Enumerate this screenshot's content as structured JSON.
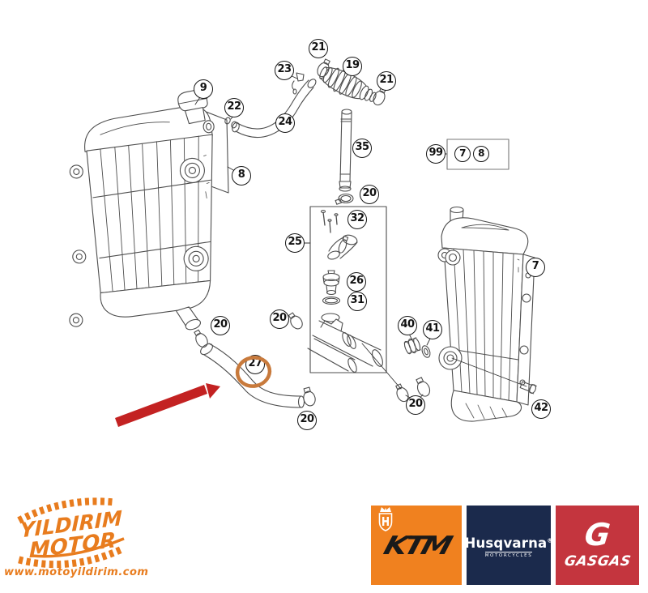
{
  "colors": {
    "line_art": "#4d4d4d",
    "callout_stroke": "#161616",
    "arrow_red": "#c32222",
    "highlight_orange": "#c87a3c",
    "watermark_orange": "#e87c1e",
    "brand_ktm_bg": "#f0811f",
    "brand_husqvarna_bg": "#1b2a4c",
    "brand_gasgas_bg": "#c4353e"
  },
  "diagram": {
    "highlighted_part": "27",
    "callouts": [
      {
        "label": "21"
      },
      {
        "label": "23"
      },
      {
        "label": "19"
      },
      {
        "label": "21"
      },
      {
        "label": "9"
      },
      {
        "label": "22"
      },
      {
        "label": "24"
      },
      {
        "label": "35"
      },
      {
        "label": "99"
      },
      {
        "label": "7"
      },
      {
        "label": "8"
      },
      {
        "label": "8"
      },
      {
        "label": "20"
      },
      {
        "label": "32"
      },
      {
        "label": "25"
      },
      {
        "label": "26"
      },
      {
        "label": "31"
      },
      {
        "label": "20"
      },
      {
        "label": "20"
      },
      {
        "label": "40"
      },
      {
        "label": "41"
      },
      {
        "label": "7"
      },
      {
        "label": "27"
      },
      {
        "label": "20"
      },
      {
        "label": "20"
      },
      {
        "label": "42"
      }
    ]
  },
  "watermark": {
    "line1": "YILDIRIM",
    "line2": "MOTOR",
    "website": "www.motoyildirim.com"
  },
  "brands": [
    {
      "name": "KTM"
    },
    {
      "name": "Husqvarna",
      "registered_mark": "®",
      "subtitle": "MOTORCYCLES"
    },
    {
      "name": "GASGAS",
      "icon_letter": "G"
    }
  ]
}
